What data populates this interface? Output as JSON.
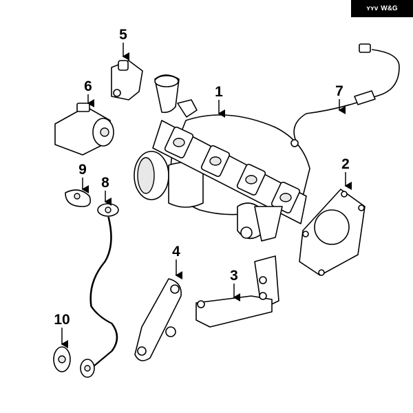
{
  "logo": {
    "text": "W&G",
    "mark": "ʏʏv"
  },
  "callouts": [
    {
      "label": "1",
      "part": "turbocharger-manifold"
    },
    {
      "label": "2",
      "part": "gasket"
    },
    {
      "label": "3",
      "part": "bracket"
    },
    {
      "label": "4",
      "part": "support-bracket"
    },
    {
      "label": "5",
      "part": "solenoid-valve"
    },
    {
      "label": "6",
      "part": "actuator"
    },
    {
      "label": "7",
      "part": "sensor-wire"
    },
    {
      "label": "8",
      "part": "oil-line"
    },
    {
      "label": "9",
      "part": "gasket-small"
    },
    {
      "label": "10",
      "part": "gasket-round"
    }
  ]
}
